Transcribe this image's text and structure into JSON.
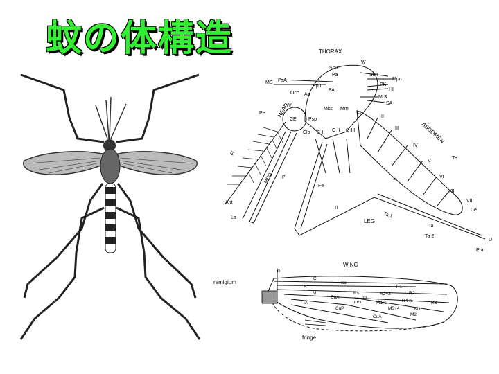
{
  "title": "蚊の体構造",
  "body_diagram": {
    "section_labels": {
      "thorax": "THORAX",
      "head": "HEAD",
      "abdomen": "ABDOMEN",
      "leg": "LEG"
    },
    "thorax_labels": [
      "Scu",
      "W",
      "Pa",
      "Stm",
      "PsA",
      "Mpn",
      "MS",
      "Ppn",
      "PK",
      "PA",
      "HI",
      "Occ",
      "Ap",
      "MtS",
      "SA",
      "V",
      "Mks",
      "Mm",
      "Lt"
    ],
    "head_labels": [
      "Pe",
      "CE",
      "Clp",
      "Fl",
      "MPlp",
      "P",
      "Ant",
      "La"
    ],
    "coxa_labels": [
      "C-I",
      "C-II",
      "C-III",
      "Psp"
    ],
    "abdomen_segments": [
      "II",
      "III",
      "IV",
      "V",
      "VI",
      "VII",
      "VIII"
    ],
    "abdomen_labels": [
      "Te",
      "S",
      "Ce"
    ],
    "leg_labels": [
      "Fe",
      "Ti",
      "Ta 1",
      "Ta",
      "Ta 2",
      "U",
      "Pta"
    ]
  },
  "wing_diagram": {
    "heading": "WING",
    "left_labels": [
      "h",
      "remigium"
    ],
    "vein_labels": [
      "C",
      "Sc",
      "R",
      "R1",
      "M",
      "Rs",
      "R2+3",
      "R2",
      "rm",
      "R4+5",
      "R3",
      "CuA",
      "IA",
      "mcu",
      "M1+2",
      "M1",
      "CuP",
      "M3+4",
      "M2",
      "CuA"
    ],
    "fringe_label": "fringe"
  }
}
